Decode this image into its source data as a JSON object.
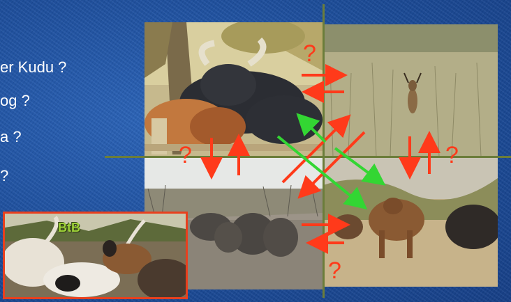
{
  "bullets": [
    "er Kudu ?",
    "og ?",
    "a ?",
    "?"
  ],
  "question_mark": "?",
  "inset_label": "BtB",
  "colors": {
    "red_arrow": "#ff3a1a",
    "green_arrow": "#33d633",
    "divider": "#6b7d3a",
    "inset_border": "#e8401e",
    "inset_label": "#9fd13a"
  }
}
